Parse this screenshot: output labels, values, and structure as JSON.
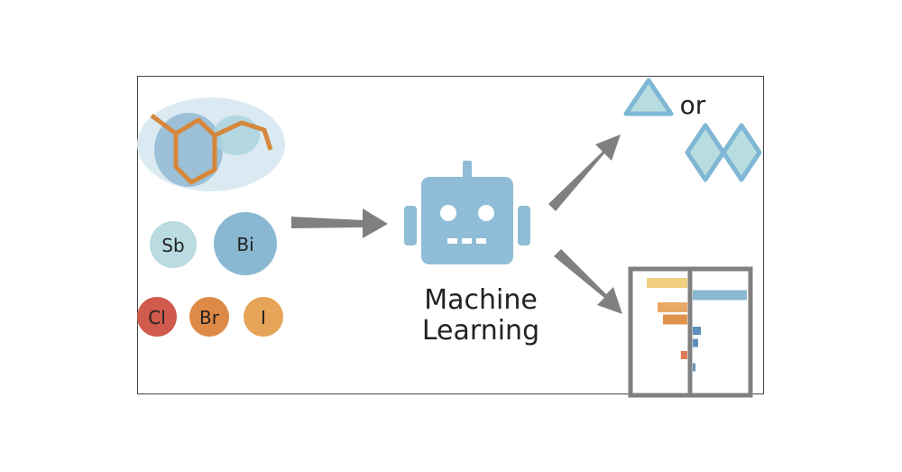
{
  "elements": {
    "antimony": "Sb",
    "bismuth": "Bi",
    "chlorine": "Cl",
    "bromine": "Br",
    "iodine": "I"
  },
  "model": {
    "line1": "Machine",
    "line2": "Learning"
  },
  "outcome": {
    "or_text": "or"
  },
  "colors": {
    "light_blue": "#a9d2dc",
    "mid_blue": "#8ab8d2",
    "robot_blue": "#8fbcd6",
    "orange": "#d6873c",
    "cl_red": "#d05a4b",
    "br_orange": "#de8a46",
    "i_orange": "#e6a458",
    "arrow_gray": "#808080",
    "crystal_fill": "#b8dde0",
    "crystal_stroke": "#7fb7d4",
    "bar_yellow": "#f0cf80",
    "bar_blue": "#7aa9cc"
  },
  "feature_bars": [
    {
      "side": "neg",
      "value": 0.75,
      "color": "#f0cf80"
    },
    {
      "side": "pos",
      "value": 1.0,
      "color": "#8ab8d2"
    },
    {
      "side": "neg",
      "value": 0.55,
      "color": "#e8a866"
    },
    {
      "side": "neg",
      "value": 0.45,
      "color": "#e0934a"
    },
    {
      "side": "pos",
      "value": 0.15,
      "color": "#5f8fb8"
    },
    {
      "side": "pos",
      "value": 0.1,
      "color": "#5f8fb8"
    },
    {
      "side": "neg",
      "value": 0.12,
      "color": "#e07a55"
    },
    {
      "side": "pos",
      "value": 0.05,
      "color": "#5f8fb8"
    }
  ]
}
